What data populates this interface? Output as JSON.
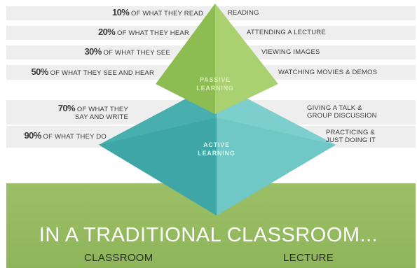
{
  "diagram": {
    "left_labels": [
      {
        "pct": "10%",
        "text": " OF WHAT THEY READ"
      },
      {
        "pct": "20%",
        "text": " OF WHAT THEY HEAR"
      },
      {
        "pct": "30%",
        "text": " OF WHAT THEY SEE"
      },
      {
        "pct": "50%",
        "text": " OF WHAT THEY SEE AND HEAR"
      },
      {
        "pct": "70%",
        "text": " OF WHAT THEY",
        "line2": "SAY AND WRITE"
      },
      {
        "pct": "90%",
        "text": " OF WHAT THEY DO"
      }
    ],
    "right_labels": [
      {
        "text": "READING"
      },
      {
        "text": "ATTENDING A LECTURE"
      },
      {
        "text": "VIEWING IMAGES"
      },
      {
        "text": "WATCHING MOVIES & DEMOS"
      },
      {
        "text": "GIVING A TALK &",
        "line2": "GROUP DISCUSSION"
      },
      {
        "text": "PRACTICING &",
        "line2": "JUST DOING IT"
      }
    ],
    "passive_label": {
      "line1": "PASSIVE",
      "line2": "LEARNING"
    },
    "active_label": {
      "line1": "ACTIVE",
      "line2": "LEARNING"
    },
    "headline": "IN A TRADITIONAL CLASSROOM...",
    "footer_left": "CLASSROOM",
    "footer_right": "LECTURE",
    "colors": {
      "band": "#eeeeee",
      "passive_light": "#a7cf6f",
      "passive_dark": "#8fbf55",
      "active_light": "#6cc6c6",
      "active_dark": "#3aa3a4",
      "ground": "#94b95e"
    }
  }
}
